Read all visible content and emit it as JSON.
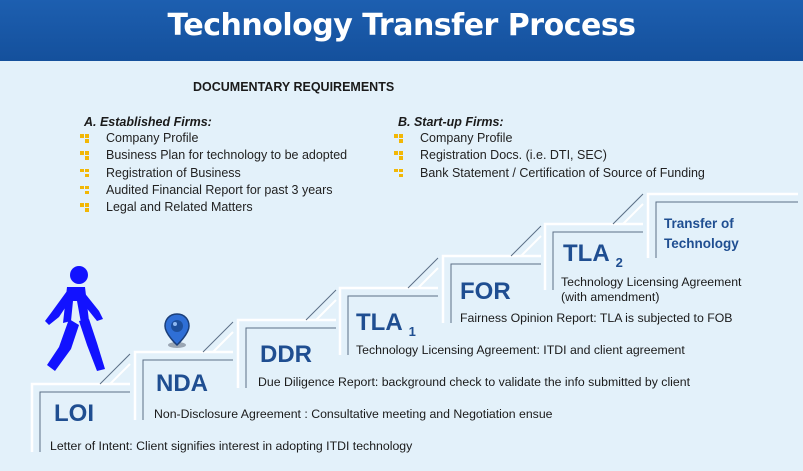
{
  "title": "Technology Transfer Process",
  "doc_requirements": {
    "heading": "DOCUMENTARY REQUIREMENTS",
    "established": {
      "label": "A. Established Firms:",
      "items": [
        "Company Profile",
        "Business Plan for technology to be adopted",
        "Registration of Business",
        "Audited Financial Report for past 3 years",
        "Legal and Related Matters"
      ]
    },
    "startup": {
      "label": "B. Start-up Firms:",
      "items": [
        "Company Profile",
        "Registration Docs. (i.e. DTI, SEC)",
        "Bank Statement / Certification of Source of Funding"
      ]
    }
  },
  "steps": [
    {
      "abbr": "LOI",
      "sub": "",
      "desc": "Letter of Intent: Client signifies interest in adopting ITDI technology"
    },
    {
      "abbr": "NDA",
      "sub": "",
      "desc": "Non-Disclosure Agreement : Consultative meeting and Negotiation ensue"
    },
    {
      "abbr": "DDR",
      "sub": "",
      "desc": "Due Diligence Report: background check to validate the info submitted by client"
    },
    {
      "abbr": "TLA",
      "sub": "1",
      "desc": "Technology Licensing Agreement: ITDI and client agreement"
    },
    {
      "abbr": "FOR",
      "sub": "",
      "desc": "Fairness Opinion Report: TLA is subjected to FOB"
    },
    {
      "abbr": "TLA",
      "sub": "2",
      "desc": "Technology Licensing Agreement",
      "desc2": "(with amendment)"
    }
  ],
  "final_step": {
    "line1": "Transfer of",
    "line2": "Technology"
  },
  "colors": {
    "header": "#1d5fb0",
    "panel": "#e3f1fa",
    "step_text": "#1f4e91",
    "bullet": "#f2b705",
    "person": "#1212ff",
    "pin": "#2f6fd6"
  },
  "icons": {
    "person": "walking-person-icon",
    "pin": "location-pin-icon",
    "bullet": "square-bullet-icon"
  }
}
